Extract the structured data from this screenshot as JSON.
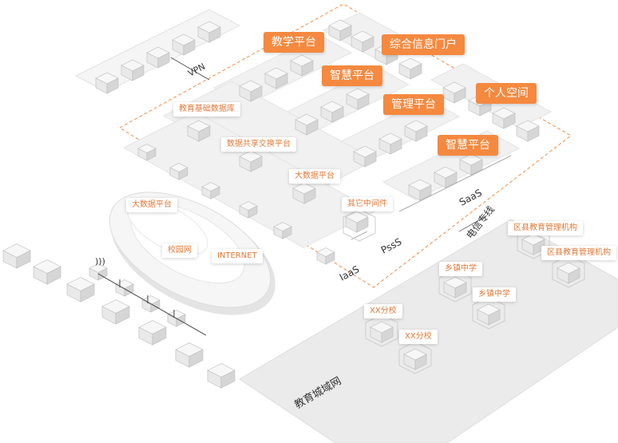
{
  "orange_tags": {
    "jiaoxue": "教学平台",
    "zonghe": "综合信息门户",
    "zhihui1": "智慧平台",
    "geren": "个人空间",
    "guanli": "管理平台",
    "zhihui2": "智慧平台"
  },
  "white_tags": {
    "jichu_db": "教育基础数据库",
    "data_exchange": "数据共享交换平台",
    "bigdata_inner": "大数据平台",
    "middleware": "其它中间件",
    "bigdata_outer": "大数据平台",
    "campus_net": "校园网",
    "internet": "INTERNET",
    "county1": "区县教育管理机构",
    "county2": "区县教育管理机构",
    "town1": "乡镇中学",
    "town2": "乡镇中学",
    "branch1": "XX分校",
    "branch2": "XX分校"
  },
  "layer_labels": {
    "vpn": "VPN",
    "saas": "SaaS",
    "pass": "PssS",
    "iaas": "IaaS",
    "telecom": "电信专线",
    "metro": "教育城域网"
  },
  "colors": {
    "accent": "#f5893f",
    "dashed": "#f5893f",
    "platform": "#eeeeee",
    "block_top": "#f7f7f7",
    "block_side": "#d9d9d9"
  }
}
